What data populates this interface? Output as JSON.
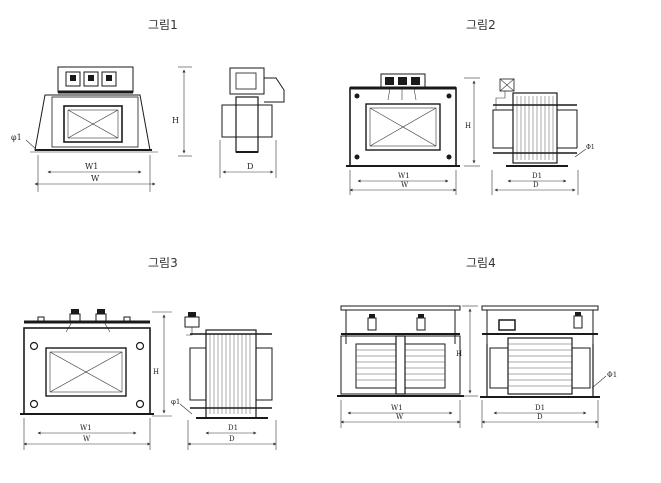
{
  "figures": [
    {
      "title": "그림1",
      "labels": {
        "h": "H",
        "w1": "W1",
        "w": "W",
        "d": "D",
        "phi": "φ1"
      }
    },
    {
      "title": "그림2",
      "labels": {
        "h": "H",
        "w1": "W1",
        "w": "W",
        "d1": "D1",
        "d": "D",
        "phi": "Φ1"
      }
    },
    {
      "title": "그림3",
      "labels": {
        "h": "H",
        "w1": "W1",
        "w": "W",
        "d1": "D1",
        "d": "D",
        "phi": "φ1"
      }
    },
    {
      "title": "그림4",
      "labels": {
        "h": "H",
        "w1": "W1",
        "w": "W",
        "d1": "D1",
        "d": "D",
        "phi": "Φ1"
      }
    }
  ]
}
